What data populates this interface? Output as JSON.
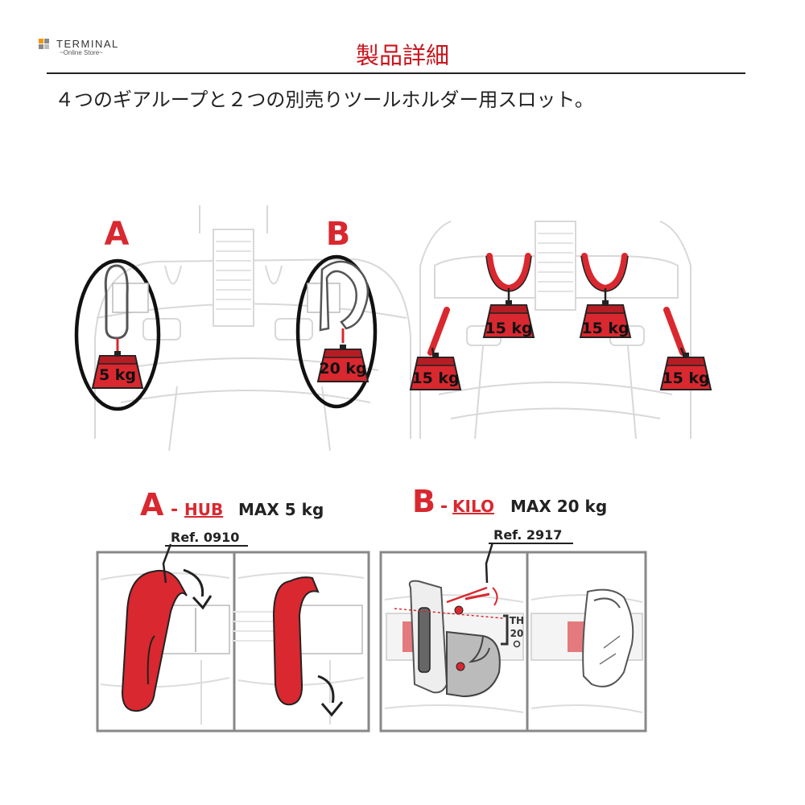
{
  "brand": {
    "name": "TERMINAL",
    "tagline": "~Online Store~",
    "colors": [
      "#f39800",
      "#8a8a8a",
      "#8a8a8a",
      "#bdbdbd"
    ]
  },
  "page_title": "製品詳細",
  "subtitle": "４つのギアループと２つの別売りツールホルダー用スロット。",
  "accent_color": "#d9282f",
  "harness_left": {
    "slot_a_label": "A",
    "slot_b_label": "B",
    "weight_a": "5 kg",
    "weight_b": "20 kg"
  },
  "harness_right": {
    "weights": [
      "15 kg",
      "15 kg",
      "15 kg",
      "15 kg"
    ]
  },
  "accessory_a": {
    "letter": "A",
    "dash": "-",
    "name": "HUB",
    "max": "MAX 5 kg",
    "ref": "Ref. 0910"
  },
  "accessory_b": {
    "letter": "B",
    "dash": "-",
    "name": "KILO",
    "max": "MAX 20 kg",
    "ref": "Ref. 2917",
    "tool_th": "TH",
    "tool_size": "20"
  }
}
